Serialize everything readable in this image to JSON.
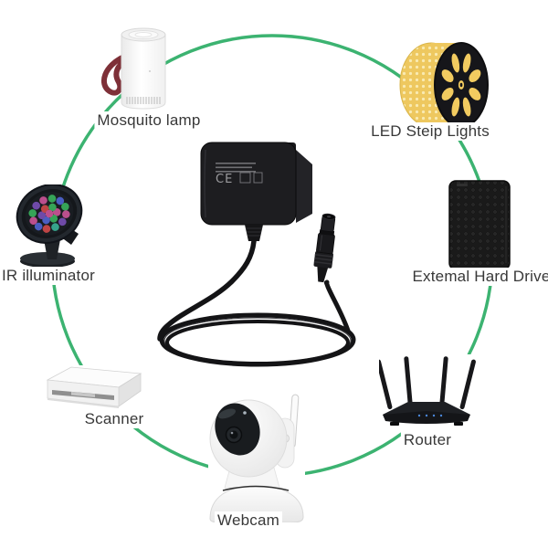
{
  "accent_color": "#3cb371",
  "center_device": {
    "name": "UK plug power adapter with DC barrel cable",
    "markings": "CE"
  },
  "devices": [
    {
      "id": "mosquito-lamp",
      "label": "Mosquito lamp"
    },
    {
      "id": "led-strip-lights",
      "label": "LED Steip Lights"
    },
    {
      "id": "ir-illuminator",
      "label": "IR illuminator"
    },
    {
      "id": "external-hard-drive",
      "label": "Extemal Hard Drive"
    },
    {
      "id": "scanner",
      "label": "Scanner"
    },
    {
      "id": "router",
      "label": "Router"
    },
    {
      "id": "webcam",
      "label": "Webcam"
    }
  ],
  "colors": {
    "connection_circle": "#3cb371",
    "lamp_strap_red": "#7e3038",
    "led_strip_yellow": "#eec85f",
    "ir_led_palette": [
      "#36a457",
      "#bb4f8d",
      "#6f4aa8",
      "#bf4545",
      "#4a5ec2",
      "#36a48c"
    ]
  }
}
